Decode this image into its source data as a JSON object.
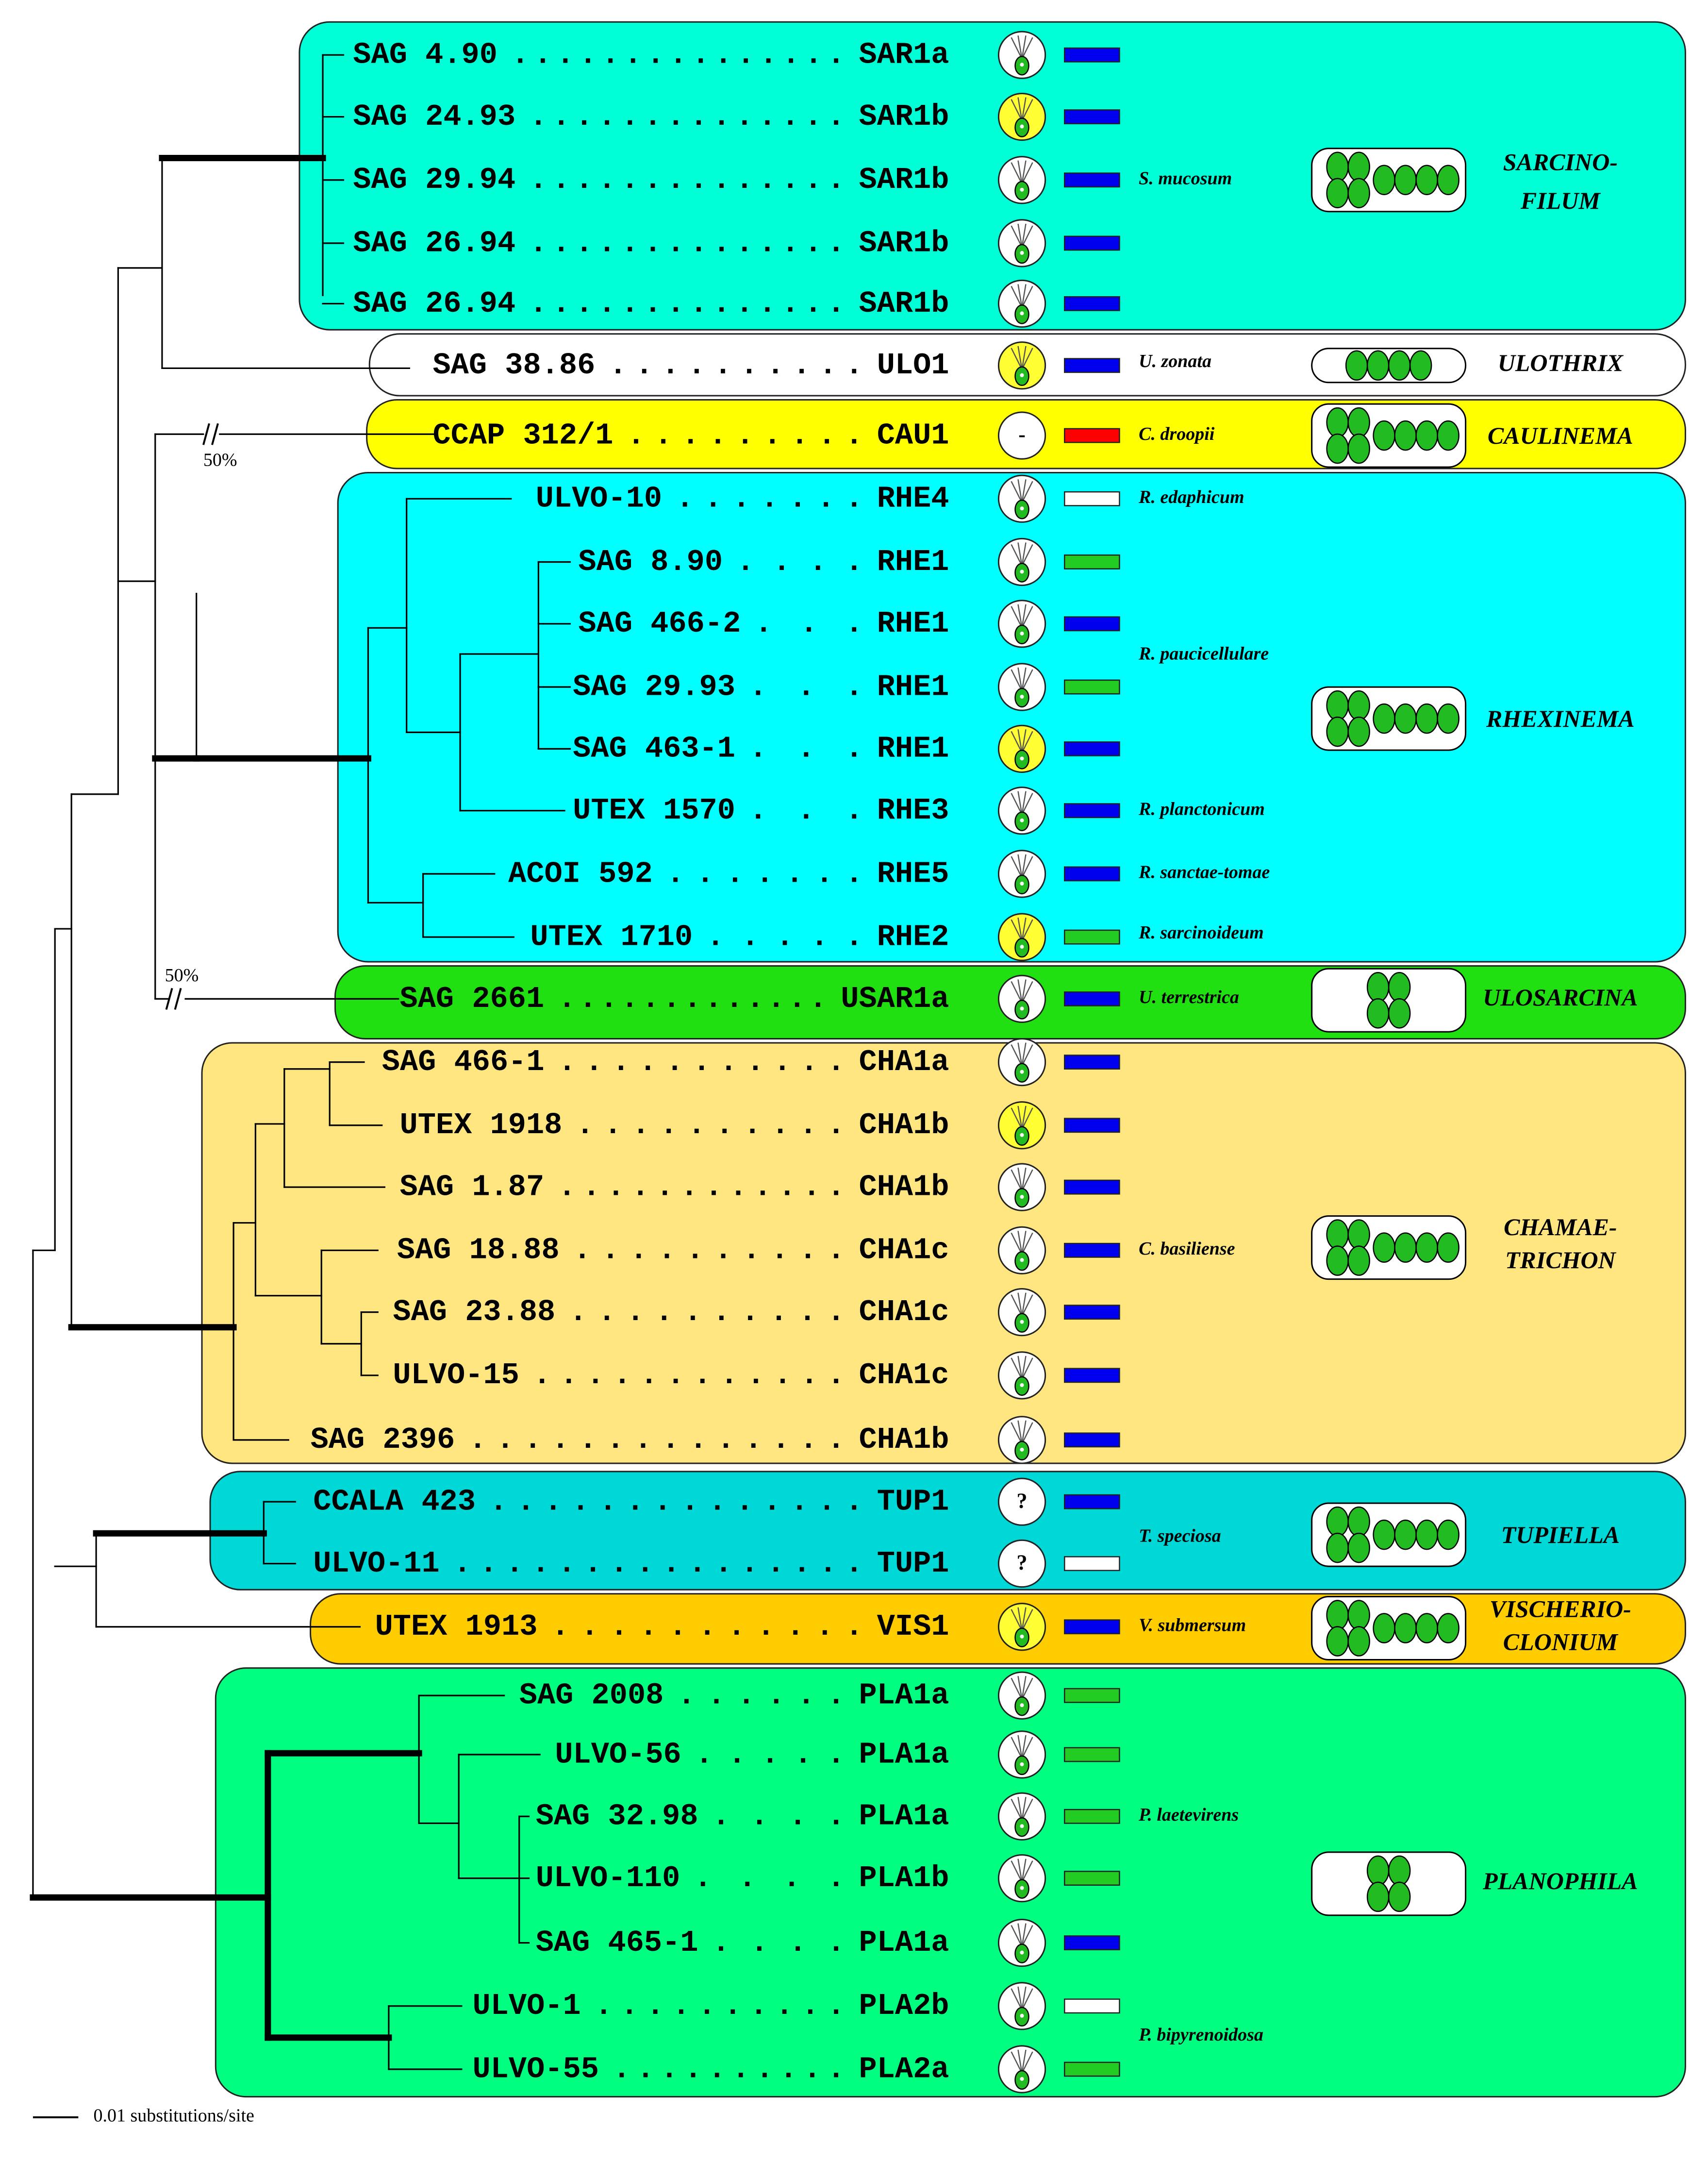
{
  "groups": [
    {
      "genus": "SARCINO-\nFILUM",
      "color": "#00ffd6",
      "morph": "filament+packet"
    },
    {
      "genus": "ULOTHRIX",
      "color": "#ffffff",
      "morph": "filament"
    },
    {
      "genus": "CAULINEMA",
      "color": "#ffff00",
      "morph": "filament+packet"
    },
    {
      "genus": "RHEXINEMA",
      "color": "#00ffff",
      "morph": "filament+packet"
    },
    {
      "genus": "ULOSARCINA",
      "color": "#21e012",
      "morph": "packet"
    },
    {
      "genus": "CHAMAE-\nTRICHON",
      "color": "#ffe680",
      "morph": "filament+packet"
    },
    {
      "genus": "TUPIELLA",
      "color": "#00d7d7",
      "morph": "filament+packet"
    },
    {
      "genus": "VISCHERIO-\nCLONIUM",
      "color": "#ffcc00",
      "morph": "filament+packet"
    },
    {
      "genus": "PLANOPHILA",
      "color": "#00ff80",
      "morph": "packet"
    }
  ],
  "taxa": [
    {
      "strain": "SAG 4.90",
      "dots": "...............",
      "clade": "SAR1a",
      "zoospore": "plain",
      "bar": "#0000ee"
    },
    {
      "strain": "SAG 24.93",
      "dots": "..............",
      "clade": "SAR1b",
      "zoospore": "yellow",
      "bar": "#0000ee"
    },
    {
      "strain": "SAG 29.94",
      "dots": "..............",
      "clade": "SAR1b",
      "zoospore": "plain",
      "bar": "#0000ee"
    },
    {
      "strain": "SAG 26.94",
      "dots": "..............",
      "clade": "SAR1b",
      "zoospore": "plain",
      "bar": "#0000ee"
    },
    {
      "strain": "SAG 26.94",
      "dots": "..............",
      "clade": "SAR1b",
      "zoospore": "plain",
      "bar": "#0000ee"
    },
    {
      "strain": "SAG 38.86",
      "dots": "..........",
      "clade": "ULO1",
      "zoospore": "yellow",
      "bar": "#0000ee"
    },
    {
      "strain": "CCAP 312/1",
      "dots": ".........",
      "clade": "CAU1",
      "zoospore": "dash",
      "bar": "#ff0000"
    },
    {
      "strain": "ULVO-10",
      "dots": ".......",
      "clade": "RHE4",
      "zoospore": "plain",
      "bar": "#ffffff"
    },
    {
      "strain": "SAG 8.90",
      "dots": "....",
      "clade": "RHE1",
      "zoospore": "plain",
      "bar": "#22cc22"
    },
    {
      "strain": "SAG 466-2",
      "dots": "...",
      "clade": "RHE1",
      "zoospore": "plain",
      "bar": "#0000ee"
    },
    {
      "strain": "SAG 29.93",
      "dots": "...",
      "clade": "RHE1",
      "zoospore": "plain",
      "bar": "#22cc22"
    },
    {
      "strain": "SAG 463-1",
      "dots": "...",
      "clade": "RHE1",
      "zoospore": "yellow",
      "bar": "#0000ee"
    },
    {
      "strain": "UTEX 1570",
      "dots": "...",
      "clade": "RHE3",
      "zoospore": "plain",
      "bar": "#0000ee"
    },
    {
      "strain": "ACOI 592",
      "dots": ".......",
      "clade": "RHE5",
      "zoospore": "plain",
      "bar": "#0000ee"
    },
    {
      "strain": "UTEX 1710",
      "dots": ".....",
      "clade": "RHE2",
      "zoospore": "yellow",
      "bar": "#22cc22"
    },
    {
      "strain": "SAG 2661",
      "dots": ".............",
      "clade": "USAR1a",
      "zoospore": "plain",
      "bar": "#0000ee"
    },
    {
      "strain": "SAG 466-1",
      "dots": "...........",
      "clade": "CHA1a",
      "zoospore": "plain",
      "bar": "#0000ee"
    },
    {
      "strain": "UTEX 1918",
      "dots": "..........",
      "clade": "CHA1b",
      "zoospore": "yellow",
      "bar": "#0000ee"
    },
    {
      "strain": "SAG 1.87",
      "dots": "............",
      "clade": "CHA1b",
      "zoospore": "plain",
      "bar": "#0000ee"
    },
    {
      "strain": "SAG 18.88",
      "dots": "..........",
      "clade": "CHA1c",
      "zoospore": "plain",
      "bar": "#0000ee"
    },
    {
      "strain": "SAG 23.88",
      "dots": "..........",
      "clade": "CHA1c",
      "zoospore": "plain",
      "bar": "#0000ee"
    },
    {
      "strain": "ULVO-15",
      "dots": "............",
      "clade": "CHA1c",
      "zoospore": "plain",
      "bar": "#0000ee"
    },
    {
      "strain": "SAG 2396",
      "dots": "..............",
      "clade": "CHA1b",
      "zoospore": "plain",
      "bar": "#0000ee"
    },
    {
      "strain": "CCALA 423",
      "dots": "..............",
      "clade": "TUP1",
      "zoospore": "question",
      "bar": "#0000ee"
    },
    {
      "strain": "ULVO-11",
      "dots": "................",
      "clade": "TUP1",
      "zoospore": "question",
      "bar": "#ffffff"
    },
    {
      "strain": "UTEX 1913",
      "dots": "...........",
      "clade": "VIS1",
      "zoospore": "yellow",
      "bar": "#0000ee"
    },
    {
      "strain": "SAG 2008",
      "dots": "......",
      "clade": "PLA1a",
      "zoospore": "plain",
      "bar": "#22cc22"
    },
    {
      "strain": "ULVO-56",
      "dots": ".....",
      "clade": "PLA1a",
      "zoospore": "plain",
      "bar": "#22cc22"
    },
    {
      "strain": "SAG 32.98",
      "dots": "....",
      "clade": "PLA1a",
      "zoospore": "plain",
      "bar": "#22cc22"
    },
    {
      "strain": "ULVO-110",
      "dots": "....",
      "clade": "PLA1b",
      "zoospore": "plain",
      "bar": "#22cc22"
    },
    {
      "strain": "SAG 465-1",
      "dots": "....",
      "clade": "PLA1a",
      "zoospore": "plain",
      "bar": "#0000ee"
    },
    {
      "strain": "ULVO-1",
      "dots": "..........",
      "clade": "PLA2b",
      "zoospore": "plain",
      "bar": "#ffffff"
    },
    {
      "strain": "ULVO-55",
      "dots": "..........",
      "clade": "PLA2a",
      "zoospore": "plain",
      "bar": "#22cc22"
    }
  ],
  "species_labels": [
    "S. mucosum",
    "U. zonata",
    "C. droopii",
    "R. edaphicum",
    "R. paucicellulare",
    "R. planctonicum",
    "R. sanctae-tomae",
    "R. sarcinoideum",
    "U. terrestrica",
    "C. basiliense",
    "T. speciosa",
    "V. submersum",
    "P. laetevirens",
    "P. bipyrenoidosa"
  ],
  "zoospore_marks": {
    "dash": "-",
    "question": "?"
  },
  "support_values": [
    "50%",
    "50%"
  ],
  "scale_bar": {
    "label": "0.01 substitutions/site"
  }
}
